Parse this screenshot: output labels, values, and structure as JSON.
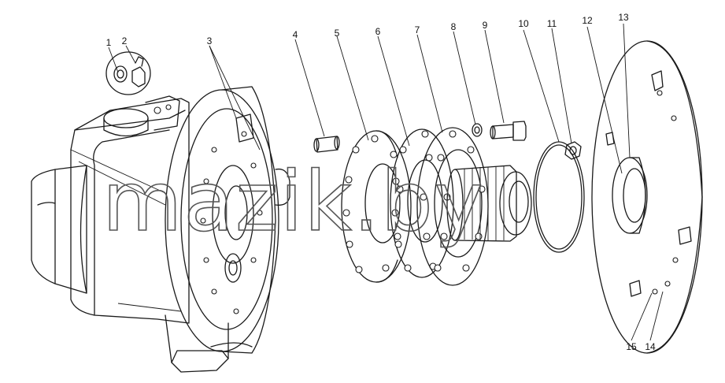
{
  "callouts": [
    {
      "id": "c1",
      "label": "1"
    },
    {
      "id": "c2",
      "label": "2"
    },
    {
      "id": "c3",
      "label": "3"
    },
    {
      "id": "c4",
      "label": "4"
    },
    {
      "id": "c5",
      "label": "5"
    },
    {
      "id": "c6",
      "label": "6"
    },
    {
      "id": "c7",
      "label": "7"
    },
    {
      "id": "c8",
      "label": "8"
    },
    {
      "id": "c9",
      "label": "9"
    },
    {
      "id": "c10",
      "label": "10"
    },
    {
      "id": "c11",
      "label": "11"
    },
    {
      "id": "c12",
      "label": "12"
    },
    {
      "id": "c13",
      "label": "13"
    },
    {
      "id": "c14",
      "label": "14"
    },
    {
      "id": "c15",
      "label": "15"
    }
  ],
  "watermark": "mazik.by"
}
